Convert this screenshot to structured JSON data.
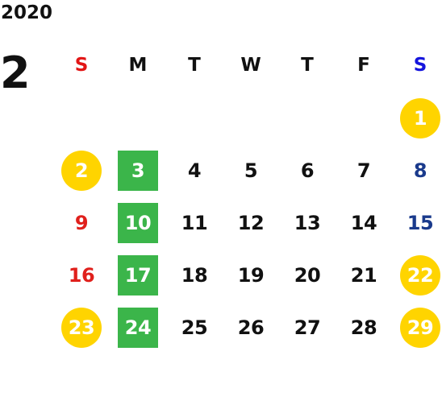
{
  "calendar": {
    "year": "2020",
    "month": "2",
    "colors": {
      "sunday": "#e0201c",
      "saturday": "#1a3a8c",
      "saturday_header": "#1515dd",
      "holiday_circle": "#ffd400",
      "highlight_square": "#3bb54a",
      "default": "#111111"
    },
    "weekdays": [
      {
        "label": "S",
        "color": "#e21616"
      },
      {
        "label": "M",
        "color": "#111111"
      },
      {
        "label": "T",
        "color": "#111111"
      },
      {
        "label": "W",
        "color": "#111111"
      },
      {
        "label": "T",
        "color": "#111111"
      },
      {
        "label": "F",
        "color": "#111111"
      },
      {
        "label": "S",
        "color": "#1515dd"
      }
    ],
    "weeks": [
      [
        {
          "day": "",
          "style": "none",
          "color": ""
        },
        {
          "day": "",
          "style": "none",
          "color": ""
        },
        {
          "day": "",
          "style": "none",
          "color": ""
        },
        {
          "day": "",
          "style": "none",
          "color": ""
        },
        {
          "day": "",
          "style": "none",
          "color": ""
        },
        {
          "day": "",
          "style": "none",
          "color": ""
        },
        {
          "day": "1",
          "style": "circle",
          "color": "#ffd400"
        }
      ],
      [
        {
          "day": "2",
          "style": "circle",
          "color": "#ffd400"
        },
        {
          "day": "3",
          "style": "square",
          "color": "#3bb54a"
        },
        {
          "day": "4",
          "style": "plain",
          "color": "#111111"
        },
        {
          "day": "5",
          "style": "plain",
          "color": "#111111"
        },
        {
          "day": "6",
          "style": "plain",
          "color": "#111111"
        },
        {
          "day": "7",
          "style": "plain",
          "color": "#111111"
        },
        {
          "day": "8",
          "style": "plain",
          "color": "#1a3a8c"
        }
      ],
      [
        {
          "day": "9",
          "style": "plain",
          "color": "#e0201c"
        },
        {
          "day": "10",
          "style": "square",
          "color": "#3bb54a"
        },
        {
          "day": "11",
          "style": "plain",
          "color": "#111111"
        },
        {
          "day": "12",
          "style": "plain",
          "color": "#111111"
        },
        {
          "day": "13",
          "style": "plain",
          "color": "#111111"
        },
        {
          "day": "14",
          "style": "plain",
          "color": "#111111"
        },
        {
          "day": "15",
          "style": "plain",
          "color": "#1a3a8c"
        }
      ],
      [
        {
          "day": "16",
          "style": "plain",
          "color": "#e0201c"
        },
        {
          "day": "17",
          "style": "square",
          "color": "#3bb54a"
        },
        {
          "day": "18",
          "style": "plain",
          "color": "#111111"
        },
        {
          "day": "19",
          "style": "plain",
          "color": "#111111"
        },
        {
          "day": "20",
          "style": "plain",
          "color": "#111111"
        },
        {
          "day": "21",
          "style": "plain",
          "color": "#111111"
        },
        {
          "day": "22",
          "style": "circle",
          "color": "#ffd400"
        }
      ],
      [
        {
          "day": "23",
          "style": "circle",
          "color": "#ffd400"
        },
        {
          "day": "24",
          "style": "square",
          "color": "#3bb54a"
        },
        {
          "day": "25",
          "style": "plain",
          "color": "#111111"
        },
        {
          "day": "26",
          "style": "plain",
          "color": "#111111"
        },
        {
          "day": "27",
          "style": "plain",
          "color": "#111111"
        },
        {
          "day": "28",
          "style": "plain",
          "color": "#111111"
        },
        {
          "day": "29",
          "style": "circle",
          "color": "#ffd400"
        }
      ]
    ]
  }
}
